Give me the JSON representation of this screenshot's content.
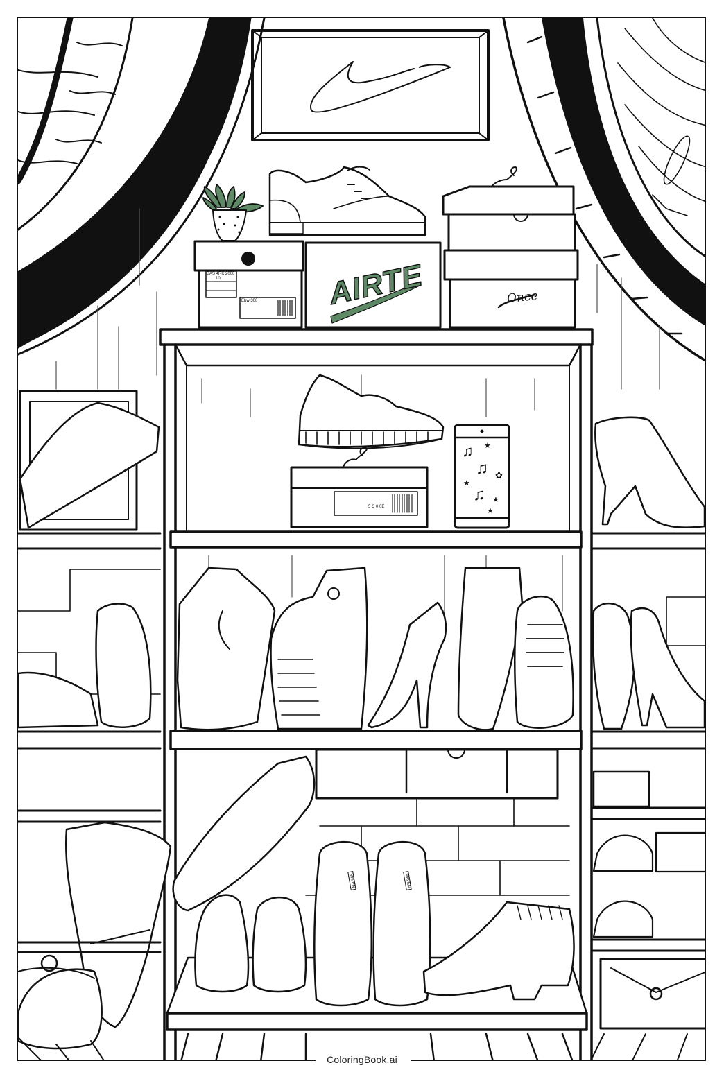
{
  "illustration": {
    "subject": "Shoe store display shelf coloring page",
    "colors": {
      "line": "#111111",
      "paper": "#ffffff",
      "accent_green": "#5f8a66",
      "shade_gray": "#9a9a9a"
    },
    "wall_sign": {
      "logo": "swoosh-outline"
    },
    "top_boxes": {
      "center_box_brand": "AIRTE",
      "right_box_brand": "Once",
      "left_box_label_line1": "BAS 4RK 2000",
      "left_box_label_size": "10",
      "left_box_sticker": "Ebw 300"
    },
    "shelf_box_sticker": "5 C 0.0E",
    "phone_icons": [
      "music-note",
      "music-note",
      "music-note",
      "star",
      "star",
      "star",
      "flower"
    ],
    "shoe_tag_text": "MAVEN"
  },
  "footer": {
    "brand": "ColoringBook.ai"
  }
}
